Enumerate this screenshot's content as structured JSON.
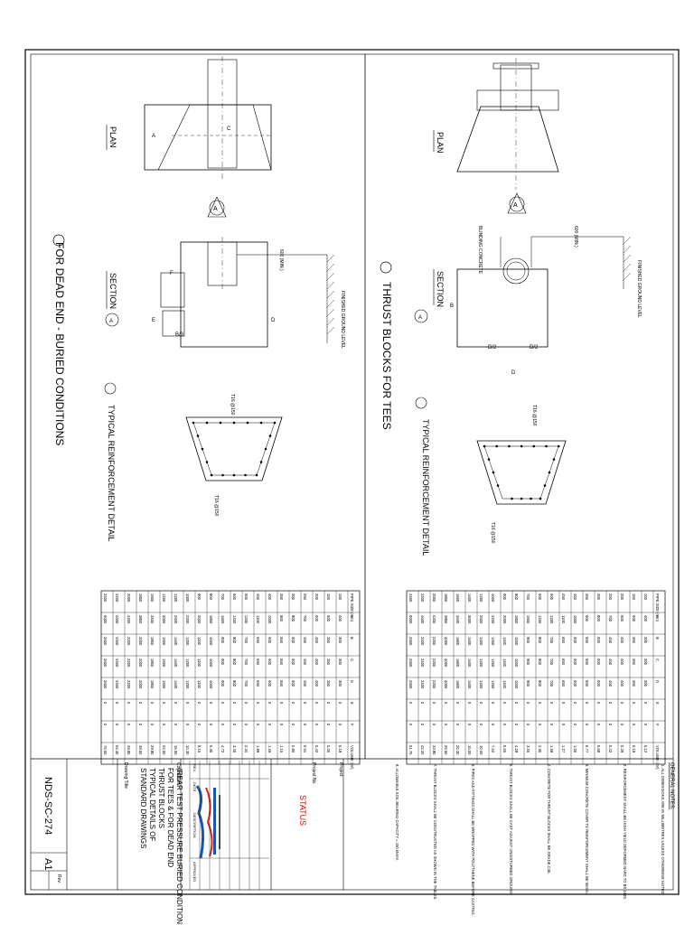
{
  "sheet": {
    "drawing_number": "NDS-SC-274",
    "size": "A1",
    "rev_label": "Rev.",
    "status": "STATUS",
    "title_heading": "Drawing Title",
    "title_lines": [
      "STANDARD DRAWINGS",
      "TYPICAL DETAILS OF",
      "THRUST BLOCKS",
      "FOR TEES & FOR DEAD END",
      "(REAR TEST PRESSURE BURIED CONDITIONS)"
    ],
    "project_label": "Project",
    "project_no_label": "Project No.",
    "consultant_label": "Consultant",
    "rev_table_header": [
      "REV",
      "DATE",
      "DESCRIPTION",
      "APPROVED"
    ],
    "general_notes_title": "GENERAL NOTES:",
    "general_notes": [
      "1.  ALL DIMENSIONS ARE IN MILLIMETRES UNLESS OTHERWISE NOTED.",
      "2.  REINFORCEMENT SHALL BE HIGH YIELD DEFORMED BARS TO BS 4449.",
      "3.  MINIMUM CONCRETE COVER TO REINFORCEMENT SHALL BE 50mm.",
      "4.  CONCRETE FOR THRUST BLOCKS SHALL BE GRADE C30.",
      "5.  THRUST BLOCKS SHALL BE CAST AGAINST UNDISTURBED GROUND.",
      "6.  PIPES AND FITTINGS SHALL BE WRAPPED WITH POLYTHENE BEFORE CASTING.",
      "7.  THRUST BLOCKS SHALL BE CONSTRUCTED AS SHOWN IN THE TABLES.",
      "8.  ALLOWABLE SOIL BEARING CAPACITY = 150 kN/m²."
    ]
  },
  "panel_dead_end": {
    "heading": "FOR DEAD END - BURIED CONDITIONS",
    "plan_label": "PLAN",
    "section_label": "SECTION",
    "section_mark": "A",
    "reinforcement_label": "TYPICAL REINFORCEMENT DETAIL",
    "bar_note": "T16 @150",
    "cover_note": "600 (MIN.)",
    "ground_note": "FINISHED GROUND LEVEL"
  },
  "panel_tees": {
    "heading": "THRUST BLOCKS FOR TEES",
    "plan_label": "PLAN",
    "section_label": "SECTION",
    "section_mark": "A",
    "reinforcement_label": "TYPICAL REINFORCEMENT DETAIL",
    "bar_note": "T16 @150",
    "cover_note": "600 (MIN.)",
    "ground_note": "FINISHED GROUND LEVEL",
    "blinding_note": "BLINDING CONCRETE"
  },
  "table_dead_end": {
    "headers": [
      "PIPE SIZE (mm)",
      "A",
      "B",
      "C",
      "D",
      "E",
      "F",
      "VOLUME (m³)"
    ],
    "rows": [
      [
        "100",
        "400",
        "300",
        "300",
        "300",
        "0",
        "0",
        "0.18"
      ],
      [
        "150",
        "500",
        "350",
        "350",
        "350",
        "0",
        "0",
        "0.26"
      ],
      [
        "200",
        "600",
        "400",
        "400",
        "400",
        "0",
        "0",
        "0.42"
      ],
      [
        "250",
        "700",
        "450",
        "450",
        "450",
        "0",
        "0",
        "0.61"
      ],
      [
        "300",
        "800",
        "500",
        "500",
        "500",
        "0",
        "0",
        "0.86"
      ],
      [
        "350",
        "900",
        "550",
        "550",
        "550",
        "0",
        "0",
        "1.15"
      ],
      [
        "400",
        "1000",
        "600",
        "600",
        "600",
        "0",
        "0",
        "1.49"
      ],
      [
        "450",
        "1100",
        "650",
        "650",
        "650",
        "0",
        "0",
        "1.89"
      ],
      [
        "500",
        "1200",
        "700",
        "700",
        "700",
        "0",
        "0",
        "2.34"
      ],
      [
        "600",
        "1400",
        "800",
        "800",
        "800",
        "0",
        "0",
        "3.40"
      ],
      [
        "700",
        "1600",
        "900",
        "900",
        "900",
        "0",
        "0",
        "4.72"
      ],
      [
        "800",
        "1800",
        "1000",
        "1000",
        "1000",
        "0",
        "0",
        "6.30"
      ],
      [
        "900",
        "2000",
        "1100",
        "1100",
        "1100",
        "0",
        "0",
        "8.15"
      ],
      [
        "1000",
        "2200",
        "1200",
        "1200",
        "1200",
        "0",
        "0",
        "10.30"
      ],
      [
        "1200",
        "2600",
        "1400",
        "1400",
        "1400",
        "0",
        "0",
        "15.50"
      ],
      [
        "1400",
        "3000",
        "1600",
        "1600",
        "1600",
        "0",
        "0",
        "22.00"
      ],
      [
        "1600",
        "3400",
        "1800",
        "1800",
        "1800",
        "0",
        "0",
        "29.80"
      ],
      [
        "1800",
        "3800",
        "2000",
        "2000",
        "2000",
        "0",
        "0",
        "39.00"
      ],
      [
        "2000",
        "4200",
        "2200",
        "2200",
        "2200",
        "0",
        "0",
        "49.80"
      ],
      [
        "2200",
        "4600",
        "2400",
        "2400",
        "2400",
        "0",
        "0",
        "62.30"
      ],
      [
        "2400",
        "5000",
        "2600",
        "2600",
        "2600",
        "0",
        "0",
        "76.60"
      ]
    ]
  },
  "table_tees": {
    "headers": [
      "PIPE SIZE (mm)",
      "A",
      "B",
      "C",
      "D",
      "E",
      "F",
      "VOLUME (m³)"
    ],
    "rows": [
      [
        "100",
        "400",
        "300",
        "300",
        "300",
        "0",
        "0",
        "0.12"
      ],
      [
        "150",
        "500",
        "350",
        "350",
        "350",
        "0",
        "0",
        "0.19"
      ],
      [
        "200",
        "600",
        "400",
        "400",
        "400",
        "0",
        "0",
        "0.29"
      ],
      [
        "250",
        "700",
        "450",
        "450",
        "450",
        "0",
        "0",
        "0.42"
      ],
      [
        "300",
        "800",
        "500",
        "500",
        "500",
        "0",
        "0",
        "0.58"
      ],
      [
        "350",
        "900",
        "550",
        "550",
        "550",
        "0",
        "0",
        "0.77"
      ],
      [
        "400",
        "1000",
        "600",
        "600",
        "600",
        "0",
        "0",
        "1.00"
      ],
      [
        "450",
        "1100",
        "650",
        "650",
        "650",
        "0",
        "0",
        "1.27"
      ],
      [
        "500",
        "1200",
        "700",
        "700",
        "700",
        "0",
        "0",
        "1.58"
      ],
      [
        "600",
        "1400",
        "800",
        "800",
        "800",
        "0",
        "0",
        "2.30"
      ],
      [
        "700",
        "1600",
        "900",
        "900",
        "900",
        "0",
        "0",
        "3.20"
      ],
      [
        "800",
        "1800",
        "1000",
        "1000",
        "1000",
        "0",
        "0",
        "4.28"
      ],
      [
        "900",
        "2000",
        "1100",
        "1100",
        "1100",
        "0",
        "0",
        "5.55"
      ],
      [
        "1000",
        "2200",
        "1200",
        "1200",
        "1200",
        "0",
        "0",
        "7.02"
      ],
      [
        "1200",
        "2600",
        "1400",
        "1400",
        "1400",
        "0",
        "0",
        "10.60"
      ],
      [
        "1400",
        "3000",
        "1600",
        "1600",
        "1600",
        "0",
        "0",
        "15.00"
      ],
      [
        "1600",
        "3400",
        "1800",
        "1800",
        "1800",
        "0",
        "0",
        "20.30"
      ],
      [
        "1800",
        "3800",
        "2000",
        "2000",
        "2000",
        "0",
        "0",
        "26.50"
      ],
      [
        "2000",
        "4200",
        "2200",
        "2200",
        "2200",
        "0",
        "0",
        "33.80"
      ],
      [
        "2200",
        "4600",
        "2400",
        "2400",
        "2400",
        "0",
        "0",
        "42.20"
      ],
      [
        "2400",
        "5000",
        "2600",
        "2600",
        "2600",
        "0",
        "0",
        "51.70"
      ]
    ]
  },
  "dims": {
    "a": "A",
    "b": "B",
    "c": "C",
    "d": "D",
    "e": "E",
    "f": "F",
    "d2": "D/2",
    "b3": "B/3"
  },
  "colors": {
    "ink": "#000000",
    "status_red": "#d40000",
    "logo_blue": "#1a56b0",
    "logo_red": "#e0201a"
  }
}
